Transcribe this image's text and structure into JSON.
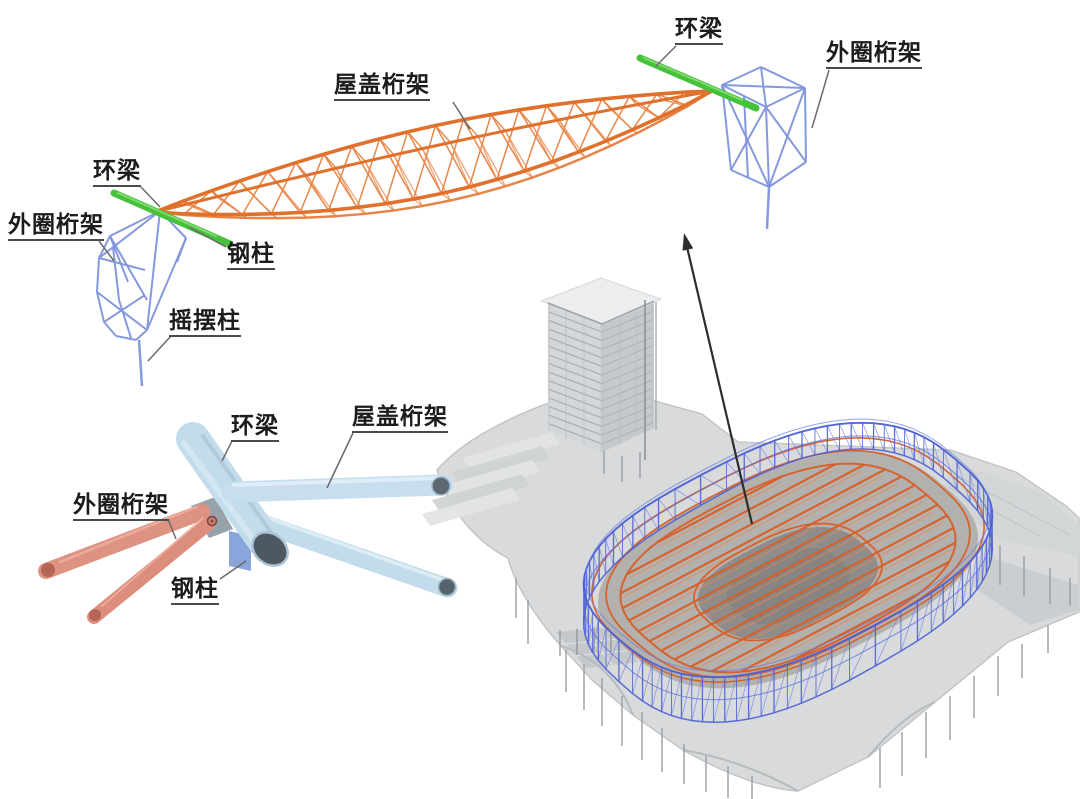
{
  "figure": {
    "top_assembly": {
      "ring_beam_right": "环梁",
      "outer_ring_truss_right": "外圈桁架",
      "roof_truss": "屋盖桁架",
      "ring_beam_left": "环梁",
      "outer_ring_truss_left": "外圈桁架",
      "steel_column": "钢柱",
      "swing_column": "摇摆柱"
    },
    "joint_detail": {
      "ring_beam": "环梁",
      "roof_truss": "屋盖桁架",
      "outer_ring_truss": "外圈桁架",
      "steel_column": "钢柱"
    },
    "colors": {
      "roof_truss_orange": "#E0712D",
      "ring_beam_green": "#45C13A",
      "outer_truss_periwinkle": "#8193DC",
      "stadium_frame_blue": "#4B60D4",
      "stadium_roof_orange": "#D75F28",
      "detail_tube_blue": "#C3DCEC",
      "detail_tube_salmon": "#DE9281",
      "leader_line_gray": "#6A6A6A"
    }
  }
}
